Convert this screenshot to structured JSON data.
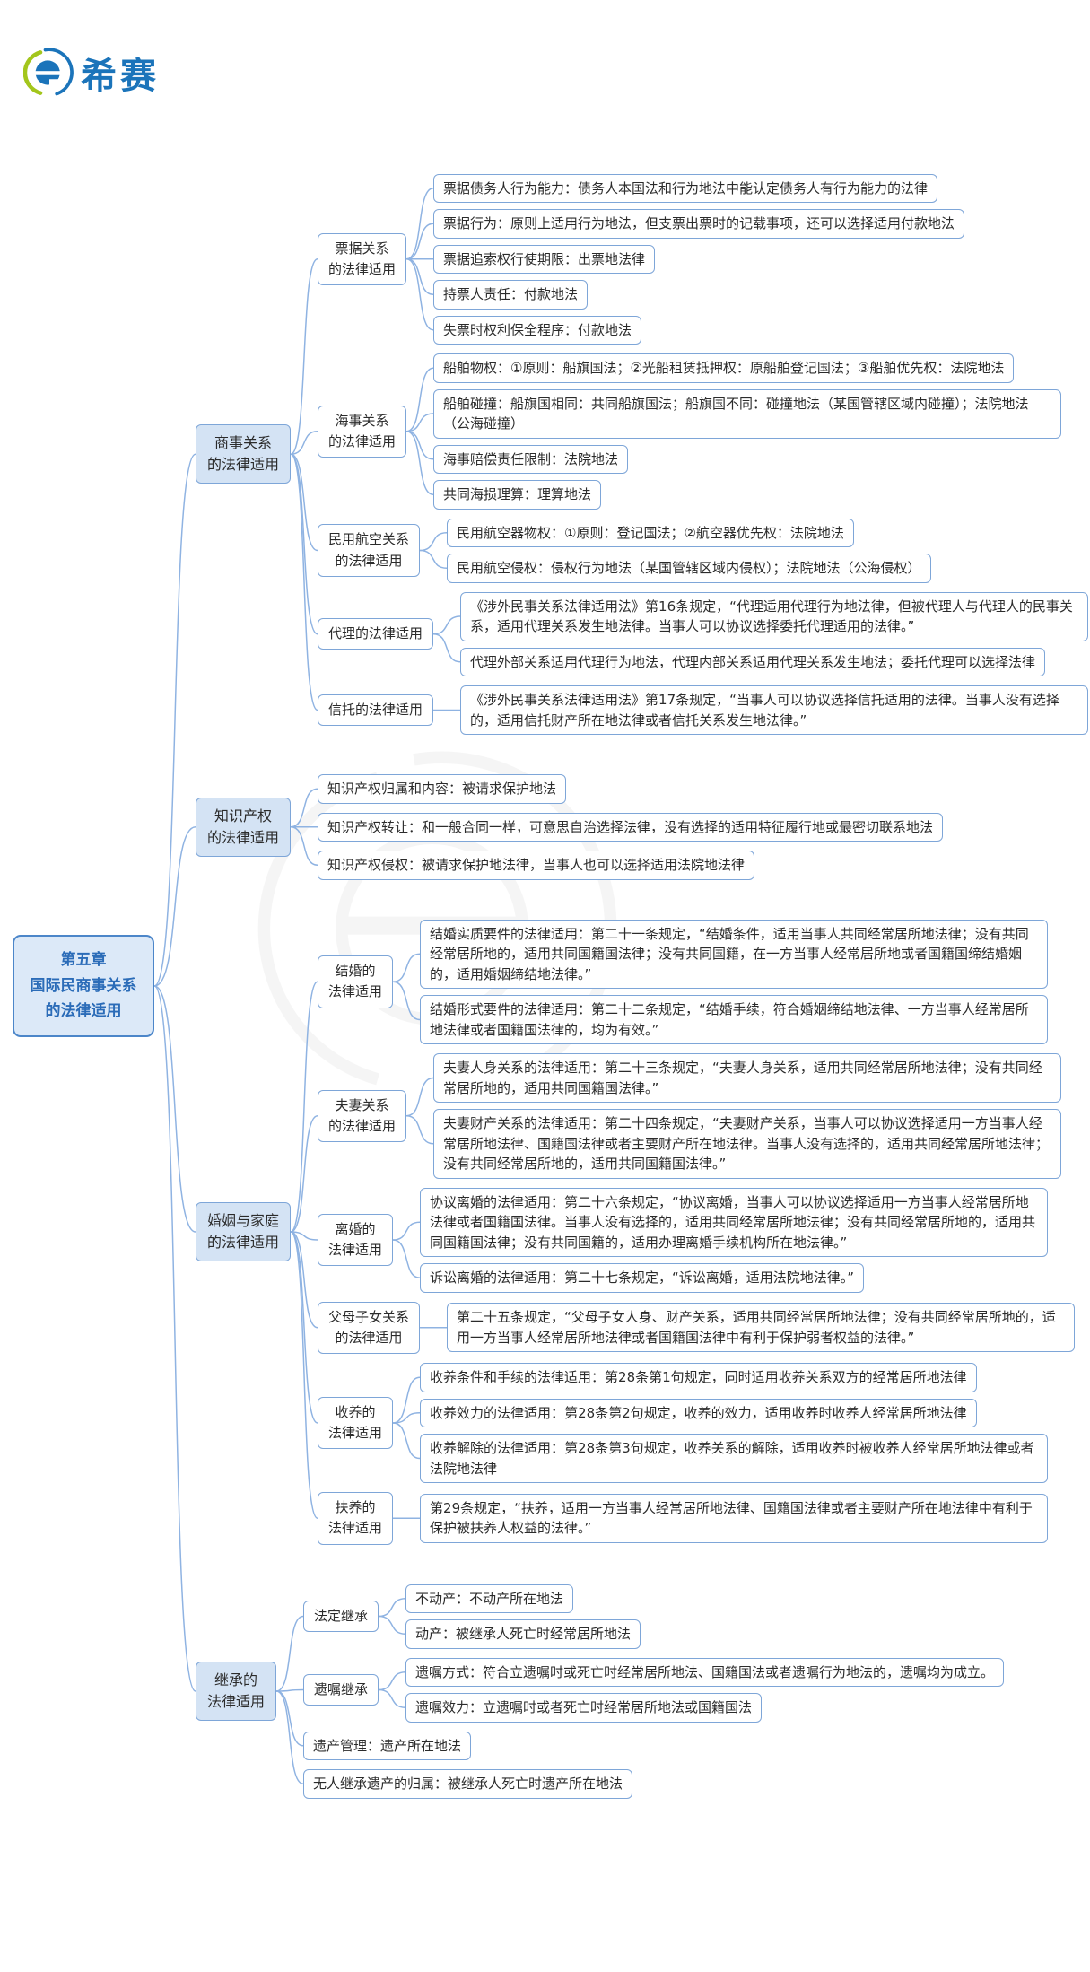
{
  "logo": {
    "text": "希赛"
  },
  "colors": {
    "brand_blue": "#1b74ba",
    "brand_green": "#a3c61c",
    "connector_line": "#8fb3e2",
    "node_border": "#7ea6d8",
    "branch_fill": "#d4e3f4",
    "root_fill": "#dce9f8",
    "root_border": "#4c86c9",
    "root_text": "#2b6cb8"
  },
  "tree": {
    "label": "第五章\n国际民商事关系\n的法律适用",
    "children": [
      {
        "label": "商事关系\n的法律适用",
        "children": [
          {
            "label": "票据关系\n的法律适用",
            "children": [
              {
                "label": "票据债务人行为能力：债务人本国法和行为地法中能认定债务人有行为能力的法律"
              },
              {
                "label": "票据行为：原则上适用行为地法，但支票出票时的记载事项，还可以选择适用付款地法"
              },
              {
                "label": "票据追索权行使期限：出票地法律"
              },
              {
                "label": "持票人责任：付款地法"
              },
              {
                "label": "失票时权利保全程序：付款地法"
              }
            ]
          },
          {
            "label": "海事关系\n的法律适用",
            "children": [
              {
                "label": "船舶物权：①原则：船旗国法；②光船租赁抵押权：原船舶登记国法；③船舶优先权：法院地法"
              },
              {
                "label": "船舶碰撞：船旗国相同：共同船旗国法；船旗国不同：碰撞地法（某国管辖区域内碰撞）；法院地法（公海碰撞）"
              },
              {
                "label": "海事赔偿责任限制：法院地法"
              },
              {
                "label": "共同海损理算：理算地法"
              }
            ]
          },
          {
            "label": "民用航空关系\n的法律适用",
            "children": [
              {
                "label": "民用航空器物权：①原则：登记国法；②航空器优先权：法院地法"
              },
              {
                "label": "民用航空侵权：侵权行为地法（某国管辖区域内侵权）；法院地法（公海侵权）"
              }
            ]
          },
          {
            "label": "代理的法律适用",
            "children": [
              {
                "label": "《涉外民事关系法律适用法》第16条规定，“代理适用代理行为地法律，但被代理人与代理人的民事关系，适用代理关系发生地法律。当事人可以协议选择委托代理适用的法律。”"
              },
              {
                "label": "代理外部关系适用代理行为地法，代理内部关系适用代理关系发生地法；委托代理可以选择法律"
              }
            ]
          },
          {
            "label": "信托的法律适用",
            "children": [
              {
                "label": "《涉外民事关系法律适用法》第17条规定，“当事人可以协议选择信托适用的法律。当事人没有选择的，适用信托财产所在地法律或者信托关系发生地法律。”"
              }
            ]
          }
        ]
      },
      {
        "label": "知识产权\n的法律适用",
        "children": [
          {
            "label": "知识产权归属和内容：被请求保护地法"
          },
          {
            "label": "知识产权转让：和一般合同一样，可意思自治选择法律，没有选择的适用特征履行地或最密切联系地法"
          },
          {
            "label": "知识产权侵权：被请求保护地法律，当事人也可以选择适用法院地法律"
          }
        ]
      },
      {
        "label": "婚姻与家庭\n的法律适用",
        "children": [
          {
            "label": "结婚的\n法律适用",
            "children": [
              {
                "label": "结婚实质要件的法律适用：第二十一条规定，“结婚条件，适用当事人共同经常居所地法律；没有共同经常居所地的，适用共同国籍国法律；没有共同国籍，在一方当事人经常居所地或者国籍国缔结婚姻的，适用婚姻缔结地法律。”"
              },
              {
                "label": "结婚形式要件的法律适用：第二十二条规定，“结婚手续，符合婚姻缔结地法律、一方当事人经常居所地法律或者国籍国法律的，均为有效。”"
              }
            ]
          },
          {
            "label": "夫妻关系\n的法律适用",
            "children": [
              {
                "label": "夫妻人身关系的法律适用：第二十三条规定，“夫妻人身关系，适用共同经常居所地法律；没有共同经常居所地的，适用共同国籍国法律。”"
              },
              {
                "label": "夫妻财产关系的法律适用：第二十四条规定，“夫妻财产关系，当事人可以协议选择适用一方当事人经常居所地法律、国籍国法律或者主要财产所在地法律。当事人没有选择的，适用共同经常居所地法律；没有共同经常居所地的，适用共同国籍国法律。”"
              }
            ]
          },
          {
            "label": "离婚的\n法律适用",
            "children": [
              {
                "label": "协议离婚的法律适用：第二十六条规定，“协议离婚，当事人可以协议选择适用一方当事人经常居所地法律或者国籍国法律。当事人没有选择的，适用共同经常居所地法律；没有共同经常居所地的，适用共同国籍国法律；没有共同国籍的，适用办理离婚手续机构所在地法律。”"
              },
              {
                "label": "诉讼离婚的法律适用：第二十七条规定，“诉讼离婚，适用法院地法律。”"
              }
            ]
          },
          {
            "label": "父母子女关系\n的法律适用",
            "children": [
              {
                "label": "第二十五条规定，“父母子女人身、财产关系，适用共同经常居所地法律；没有共同经常居所地的，适用一方当事人经常居所地法律或者国籍国法律中有利于保护弱者权益的法律。”"
              }
            ]
          },
          {
            "label": "收养的\n法律适用",
            "children": [
              {
                "label": "收养条件和手续的法律适用：第28条第1句规定，同时适用收养关系双方的经常居所地法律"
              },
              {
                "label": "收养效力的法律适用：第28条第2句规定，收养的效力，适用收养时收养人经常居所地法律"
              },
              {
                "label": "收养解除的法律适用：第28条第3句规定，收养关系的解除，适用收养时被收养人经常居所地法律或者法院地法律"
              }
            ]
          },
          {
            "label": "扶养的\n法律适用",
            "children": [
              {
                "label": "第29条规定，“扶养，适用一方当事人经常居所地法律、国籍国法律或者主要财产所在地法律中有利于保护被扶养人权益的法律。”"
              }
            ]
          }
        ]
      },
      {
        "label": "继承的\n法律适用",
        "children": [
          {
            "label": "法定继承",
            "children": [
              {
                "label": "不动产：不动产所在地法"
              },
              {
                "label": "动产：被继承人死亡时经常居所地法"
              }
            ]
          },
          {
            "label": "遗嘱继承",
            "children": [
              {
                "label": "遗嘱方式：符合立遗嘱时或死亡时经常居所地法、国籍国法或者遗嘱行为地法的，遗嘱均为成立。"
              },
              {
                "label": "遗嘱效力：立遗嘱时或者死亡时经常居所地法或国籍国法"
              }
            ]
          },
          {
            "label": "遗产管理：遗产所在地法"
          },
          {
            "label": "无人继承遗产的归属：被继承人死亡时遗产所在地法"
          }
        ]
      }
    ]
  }
}
